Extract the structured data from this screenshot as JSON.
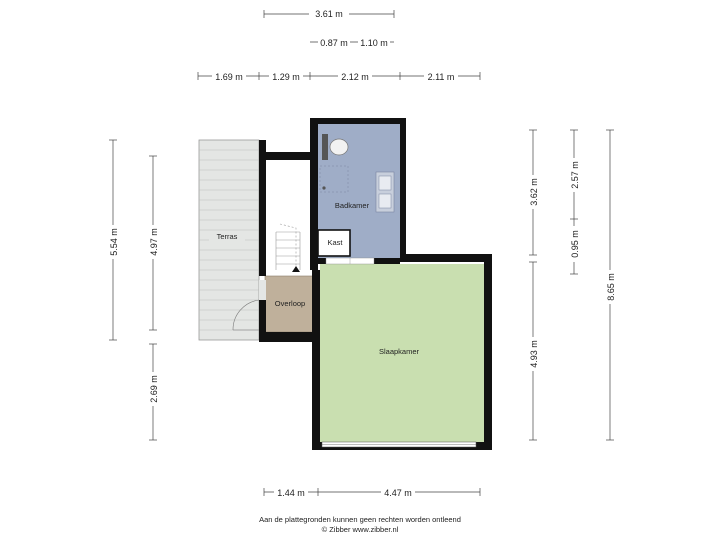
{
  "plan": {
    "rooms": {
      "terras": "Terras",
      "badkamer": "Badkamer",
      "kast": "Kast",
      "overloop": "Overloop",
      "slaapkamer": "Slaapkamer"
    },
    "dimensions": {
      "top_total": "3.61 m",
      "top_a": "0.87 m",
      "top_b": "1.10 m",
      "row3_a": "1.69 m",
      "row3_b": "1.29 m",
      "row3_c": "2.12 m",
      "row3_d": "2.11 m",
      "left_outer": "5.54 m",
      "left_inner": "4.97 m",
      "left_bottom": "2.69 m",
      "right_a": "3.62 m",
      "right_b": "2.57 m",
      "right_c": "0.95 m",
      "right_d": "4.93 m",
      "right_total": "8.65 m",
      "bottom_a": "1.44 m",
      "bottom_b": "4.47 m"
    },
    "colors": {
      "badkamer": "#9fadc7",
      "slaapkamer": "#c9dfb0",
      "overloop": "#bfb09b",
      "terras": "#e4e6e4",
      "wall": "#111111"
    }
  },
  "footer": {
    "line1": "Aan de plattegronden kunnen geen rechten worden ontleend",
    "line2": "© Zibber www.zibber.nl"
  }
}
